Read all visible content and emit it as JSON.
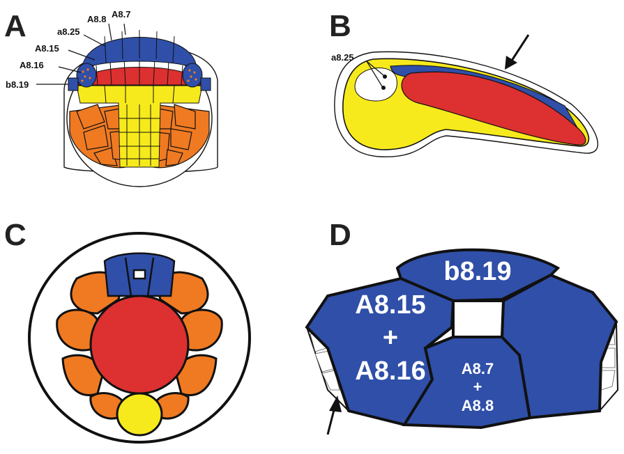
{
  "panels": {
    "a": {
      "letter": "A",
      "labels": {
        "a8_7": "A8.7",
        "a8_8": "A8.8",
        "a8_25": "a8.25",
        "a8_15": "A8.15",
        "a8_16": "A8.16",
        "b8_19": "b8.19"
      }
    },
    "b": {
      "letter": "B",
      "labels": {
        "a8_25": "a8.25"
      }
    },
    "c": {
      "letter": "C"
    },
    "d": {
      "letter": "D",
      "labels": {
        "b8_19": "b8.19",
        "a8_15": "A8.15",
        "plus1": "+",
        "a8_16": "A8.16",
        "a8_7": "A8.7",
        "plus2": "+",
        "a8_8": "A8.8"
      }
    }
  },
  "colors": {
    "blue": "#2f4fa8",
    "red": "#dd3030",
    "yellow": "#f7ea1c",
    "orange": "#ef7a22",
    "outline": "#111111"
  }
}
